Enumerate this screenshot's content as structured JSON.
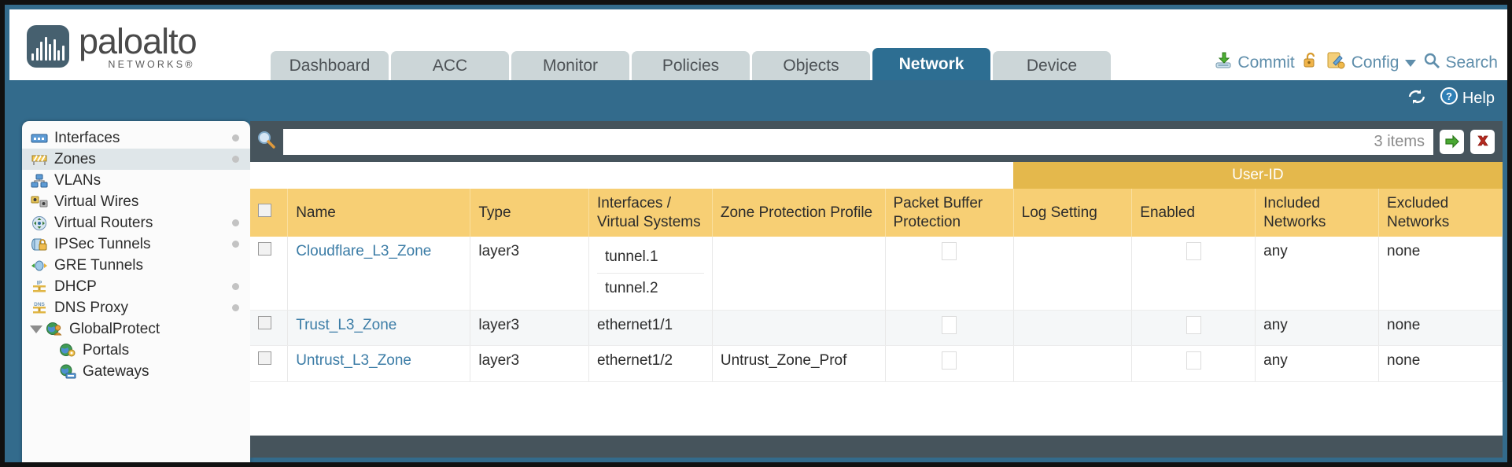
{
  "brand": {
    "name": "paloalto",
    "tagline": "NETWORKS",
    "registered": "®"
  },
  "nav": {
    "tabs": [
      {
        "label": "Dashboard",
        "active": false
      },
      {
        "label": "ACC",
        "active": false
      },
      {
        "label": "Monitor",
        "active": false
      },
      {
        "label": "Policies",
        "active": false
      },
      {
        "label": "Objects",
        "active": false
      },
      {
        "label": "Network",
        "active": true
      },
      {
        "label": "Device",
        "active": false
      }
    ]
  },
  "header_actions": {
    "commit": "Commit",
    "lock_icon": "unlocked-padlock-icon",
    "config": "Config",
    "search": "Search"
  },
  "subbar": {
    "refresh_icon": "refresh-icon",
    "help": "Help"
  },
  "sidebar": {
    "items": [
      {
        "label": "Interfaces",
        "icon": "interfaces-icon",
        "dot": true,
        "selected": false,
        "child": false
      },
      {
        "label": "Zones",
        "icon": "zones-icon",
        "dot": true,
        "selected": true,
        "child": false
      },
      {
        "label": "VLANs",
        "icon": "vlans-icon",
        "dot": false,
        "selected": false,
        "child": false
      },
      {
        "label": "Virtual Wires",
        "icon": "virtual-wires-icon",
        "dot": false,
        "selected": false,
        "child": false
      },
      {
        "label": "Virtual Routers",
        "icon": "virtual-routers-icon",
        "dot": true,
        "selected": false,
        "child": false
      },
      {
        "label": "IPSec Tunnels",
        "icon": "ipsec-tunnels-icon",
        "dot": true,
        "selected": false,
        "child": false
      },
      {
        "label": "GRE Tunnels",
        "icon": "gre-tunnels-icon",
        "dot": false,
        "selected": false,
        "child": false
      },
      {
        "label": "DHCP",
        "icon": "dhcp-icon",
        "dot": true,
        "selected": false,
        "child": false
      },
      {
        "label": "DNS Proxy",
        "icon": "dns-proxy-icon",
        "dot": true,
        "selected": false,
        "child": false
      },
      {
        "label": "GlobalProtect",
        "icon": "globalprotect-icon",
        "dot": false,
        "selected": false,
        "child": false,
        "group": true,
        "expanded": true
      },
      {
        "label": "Portals",
        "icon": "portals-icon",
        "dot": false,
        "selected": false,
        "child": true
      },
      {
        "label": "Gateways",
        "icon": "gateways-icon",
        "dot": false,
        "selected": false,
        "child": true
      }
    ]
  },
  "search": {
    "icon": "search-magnifier-icon",
    "value": "",
    "items_count": "3 items",
    "apply_icon": "green-arrow-apply-icon",
    "clear_icon": "red-x-clear-icon"
  },
  "table": {
    "group_header": "User-ID",
    "columns": {
      "name": "Name",
      "type": "Type",
      "interfaces": "Interfaces / Virtual Systems",
      "zone_protection": "Zone Protection Profile",
      "packet_buffer": "Packet Buffer Protection",
      "log_setting": "Log Setting",
      "enabled": "Enabled",
      "included_networks": "Included Networks",
      "excluded_networks": "Excluded Networks"
    },
    "rows": [
      {
        "name": "Cloudflare_L3_Zone",
        "type": "layer3",
        "interfaces": [
          "tunnel.1",
          "tunnel.2"
        ],
        "zone_protection": "",
        "packet_buffer_checked": false,
        "log_setting": "",
        "enabled_checked": false,
        "included_networks": "any",
        "excluded_networks": "none"
      },
      {
        "name": "Trust_L3_Zone",
        "type": "layer3",
        "interfaces": [
          "ethernet1/1"
        ],
        "zone_protection": "",
        "packet_buffer_checked": false,
        "log_setting": "",
        "enabled_checked": false,
        "included_networks": "any",
        "excluded_networks": "none"
      },
      {
        "name": "Untrust_L3_Zone",
        "type": "layer3",
        "interfaces": [
          "ethernet1/2"
        ],
        "zone_protection": "Untrust_Zone_Prof",
        "packet_buffer_checked": false,
        "log_setting": "",
        "enabled_checked": false,
        "included_networks": "any",
        "excluded_networks": "none"
      }
    ]
  },
  "colors": {
    "brand_blue": "#336b8c",
    "active_tab": "#2d6e92",
    "table_header": "#f7cf74",
    "group_header": "#e4b84c",
    "link": "#3b7ca6"
  }
}
